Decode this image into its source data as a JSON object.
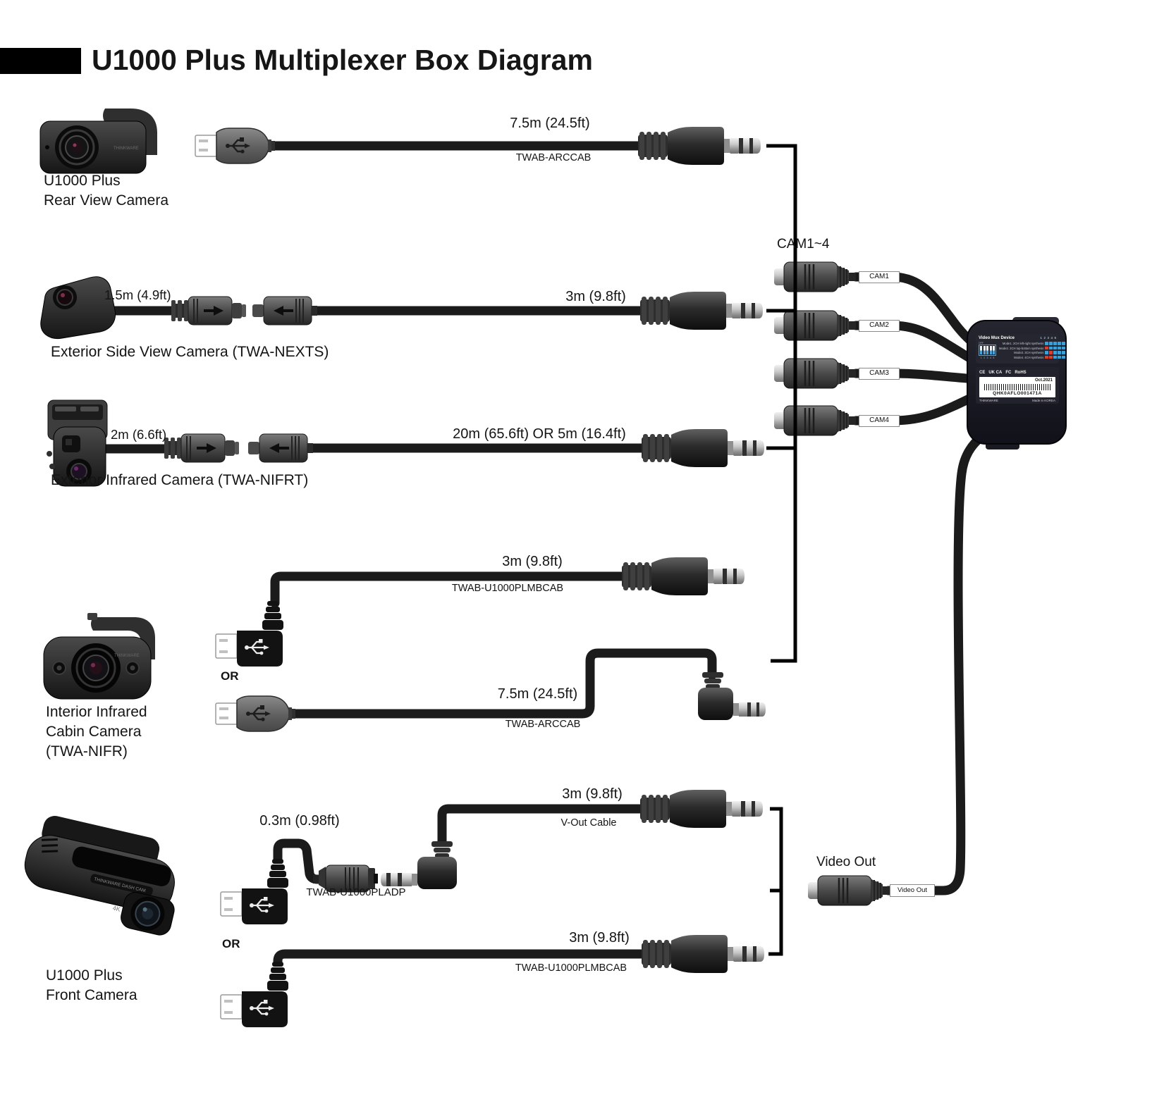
{
  "page": {
    "title": "U1000 Plus Multiplexer Box Diagram"
  },
  "colors": {
    "cable": "#1b1b1b",
    "accent_blue": "#3aa0d8",
    "accent_red": "#d8402f"
  },
  "brand": {
    "camera_logo": "THINKWARE",
    "dashcam_logo": "THINKWARE DASH CAM"
  },
  "rear_camera": {
    "name_line1": "U1000 Plus",
    "name_line2": "Rear View Camera",
    "cable_length": "7.5m (24.5ft)",
    "cable_part": "TWAB-ARCCAB"
  },
  "side_camera": {
    "caption": "Exterior Side View Camera (TWA-NEXTS)",
    "pigtail_length": "1.5m (4.9ft)",
    "extension_length": "3m (9.8ft)"
  },
  "infrared_camera": {
    "caption": "Exterior Infrared Camera (TWA-NIFRT)",
    "pigtail_length": "2m (6.6ft)",
    "extension_length": "20m (65.6ft) OR 5m (16.4ft)"
  },
  "interior_camera": {
    "name_line1": "Interior Infrared",
    "name_line2": "Cabin Camera",
    "name_line3": "(TWA-NIFR)",
    "option1_length": "3m (9.8ft)",
    "option1_part": "TWAB-U1000PLMBCAB",
    "or_label": "OR",
    "option2_length": "7.5m (24.5ft)",
    "option2_part": "TWAB-ARCCAB"
  },
  "front_camera": {
    "name_line1": "U1000 Plus",
    "name_line2": "Front Camera",
    "badge": "4K",
    "adapter_length": "0.3m (0.98ft)",
    "adapter_part": "TWAB-U1000PLADP",
    "vout_length": "3m (9.8ft)",
    "vout_part": "V-Out Cable",
    "or_label": "OR",
    "alt_length": "3m (9.8ft)",
    "alt_part": "TWAB-U1000PLMBCAB"
  },
  "cam_group": {
    "title": "CAM1~4",
    "ports": [
      "CAM1",
      "CAM2",
      "CAM3",
      "CAM4"
    ]
  },
  "video_out": {
    "section_label": "Video Out",
    "tag": "Video Out"
  },
  "mux_device": {
    "panel_title": "Video Mux Device",
    "dip_columns": [
      "1",
      "2",
      "3",
      "4",
      "5"
    ],
    "dip_off": "OFF",
    "dip_numbers": [
      "1",
      "2",
      "3",
      "4",
      "5"
    ],
    "modes": [
      {
        "label": "Mode1. 2CH left-right synthesis",
        "switches": [
          "blue",
          "blue",
          "blue",
          "blue",
          "blue"
        ]
      },
      {
        "label": "Mode2. 2CH top-bottom synthesis",
        "switches": [
          "red",
          "blue",
          "blue",
          "blue",
          "blue"
        ]
      },
      {
        "label": "Mode3. 3CH synthesis",
        "switches": [
          "blue",
          "red",
          "blue",
          "blue",
          "blue"
        ]
      },
      {
        "label": "Mode4. 4CH synthesis",
        "switches": [
          "red",
          "red",
          "blue",
          "blue",
          "blue"
        ]
      }
    ],
    "certs": [
      "CE",
      "UK CA",
      "FC",
      "RoHS"
    ],
    "date": "Oct.2021",
    "serial": "QHK0AFLO001471A",
    "brand": "THINKWARE",
    "origin": "Made in KOREA"
  }
}
